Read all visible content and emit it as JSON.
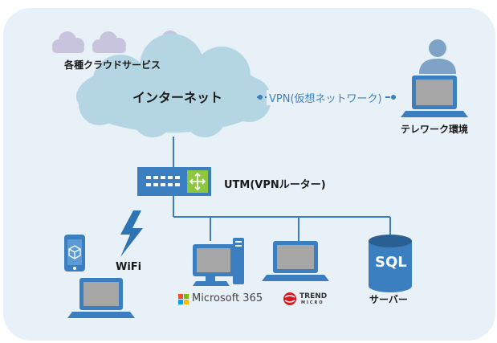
{
  "labels": {
    "cloud_services": "各種クラウドサービス",
    "internet": "インターネット",
    "vpn_link": "VPN(仮想ネットワーク)",
    "telework": "テレワーク環境",
    "utm": "UTM(VPNルーター)",
    "wifi": "WiFi",
    "microsoft": "Microsoft 365",
    "trend_top": "TREND",
    "trend_bottom": "MICRO",
    "server": "サーバー",
    "sql": "SQL"
  },
  "colors": {
    "panel": "#e9f1f8",
    "cloud": "#b4d6e3",
    "small_cloud": "#c9c4de",
    "device_blue": "#3c7fc1",
    "screen_gray": "#a6a6a6",
    "line_blue": "#3c7fc1",
    "person": "#7fa3c7",
    "router_green": "#8dc63f",
    "wifi_bolt": "#2e74b5",
    "trend_red": "#d71920"
  },
  "icons": [
    "cloud-icon",
    "person-icon",
    "laptop-icon",
    "router-icon",
    "lightning-icon",
    "smartphone-icon",
    "desktop-icon",
    "database-icon",
    "microsoft-logo-icon",
    "trend-micro-logo-icon"
  ]
}
